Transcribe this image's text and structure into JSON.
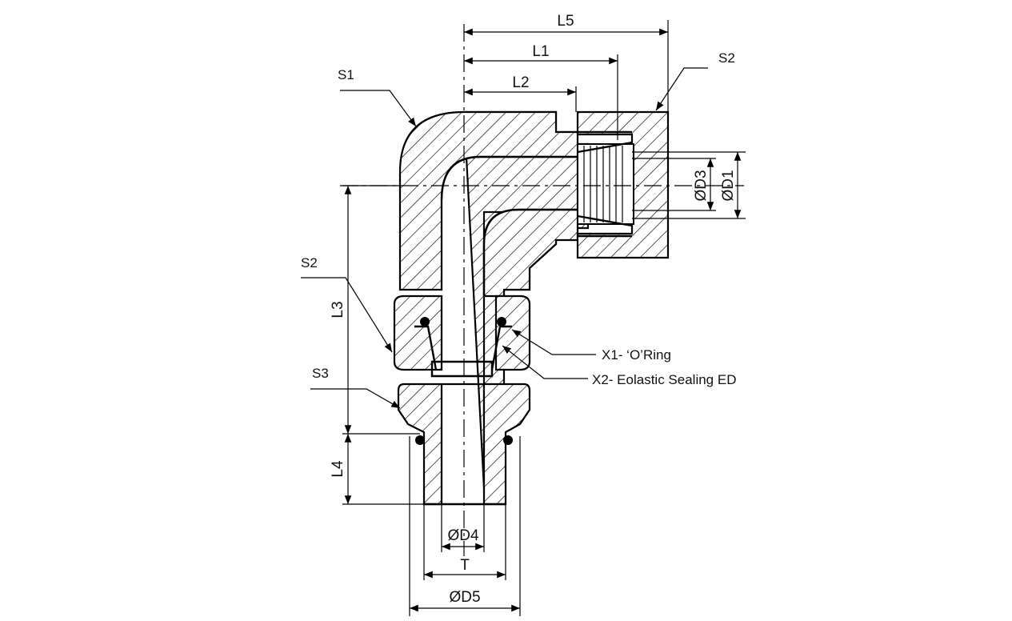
{
  "drawing": {
    "dimensions": {
      "L5": "L5",
      "L1": "L1",
      "L2": "L2",
      "L3": "L3",
      "L4": "L4",
      "D1": "ØD1",
      "D3": "ØD3",
      "D4": "ØD4",
      "D5": "ØD5",
      "T": "T"
    },
    "callouts": {
      "S1": "S1",
      "S2_top": "S2",
      "S2_left": "S2",
      "S3": "S3",
      "X1": "X1- ‘O’Ring",
      "X2": "X2- Eolastic Sealing ED"
    }
  }
}
